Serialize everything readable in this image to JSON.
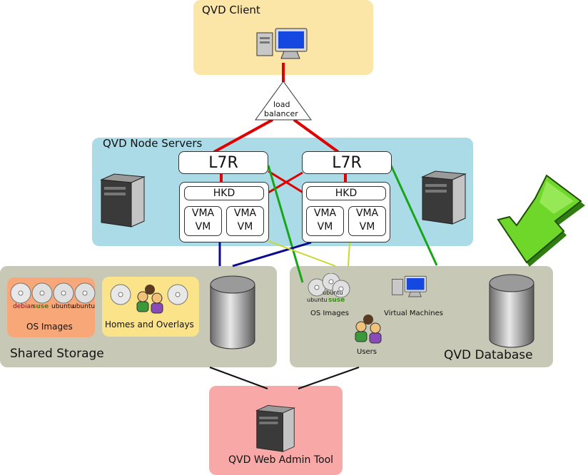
{
  "client": {
    "title": "QVD Client"
  },
  "load_balancer": {
    "line1": "load",
    "line2": "balancer"
  },
  "node_servers": {
    "title": "QVD Node Servers",
    "l7r_label": "L7R",
    "hkd_label": "HKD",
    "vma_label": "VMA",
    "vm_label": "VM"
  },
  "shared_storage": {
    "title": "Shared Storage",
    "os_images": "OS Images",
    "homes_overlays": "Homes and Overlays",
    "os_logos": [
      "debian",
      "suse",
      "ubuntu",
      "ubuntu"
    ]
  },
  "database": {
    "title": "QVD Database",
    "os_images": "OS Images",
    "virtual_machines": "Virtual Machines",
    "users": "Users",
    "os_logos": [
      "ubuntu",
      "ubuntu",
      "suse"
    ]
  },
  "admin": {
    "title": "QVD Web Admin Tool"
  },
  "colors": {
    "client_bg": "#fbe6a8",
    "node_bg": "#aadbe7",
    "storage_bg": "#c8c8b7",
    "os_images_bg": "#f8a878",
    "homes_bg": "#fbe38a",
    "admin_bg": "#f9a8a8",
    "red_link": "#e00000",
    "green_link": "#17a617",
    "blue_link": "#0a0a8c",
    "yellow_link": "#c8d830",
    "arrow_green": "#6fd62a"
  },
  "icons": [
    "workstation-icon",
    "server-tower-icon",
    "database-cylinder-icon",
    "cd-disc-icon",
    "users-icon",
    "download-arrow-icon"
  ]
}
